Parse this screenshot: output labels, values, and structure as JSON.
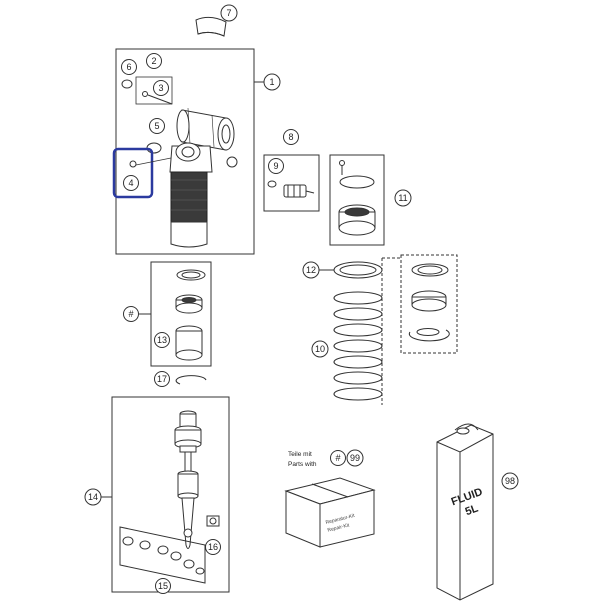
{
  "callouts": {
    "c1": "1",
    "c2": "2",
    "c3": "3",
    "c4": "4",
    "c5": "5",
    "c6": "6",
    "c7": "7",
    "c8": "8",
    "c9": "9",
    "c10": "10",
    "c11": "11",
    "c12": "12",
    "c13": "13",
    "c14": "14",
    "c15": "15",
    "c16": "16",
    "c17": "17",
    "c98": "98",
    "hash": "#",
    "hash99_hash": "#",
    "hash99_num": "99"
  },
  "notes": {
    "parts_de": "Teile mit",
    "parts_en": "Parts with",
    "kit_de": "Reparatur-Kit",
    "kit_en": "Repair-Kit"
  },
  "can": {
    "line1": "FLUID",
    "line2": "5L"
  },
  "colors": {
    "line": "#333333",
    "highlight": "#2b3a9f",
    "spring_fill": "#ffffff",
    "dark_part": "#3a3a3a"
  }
}
